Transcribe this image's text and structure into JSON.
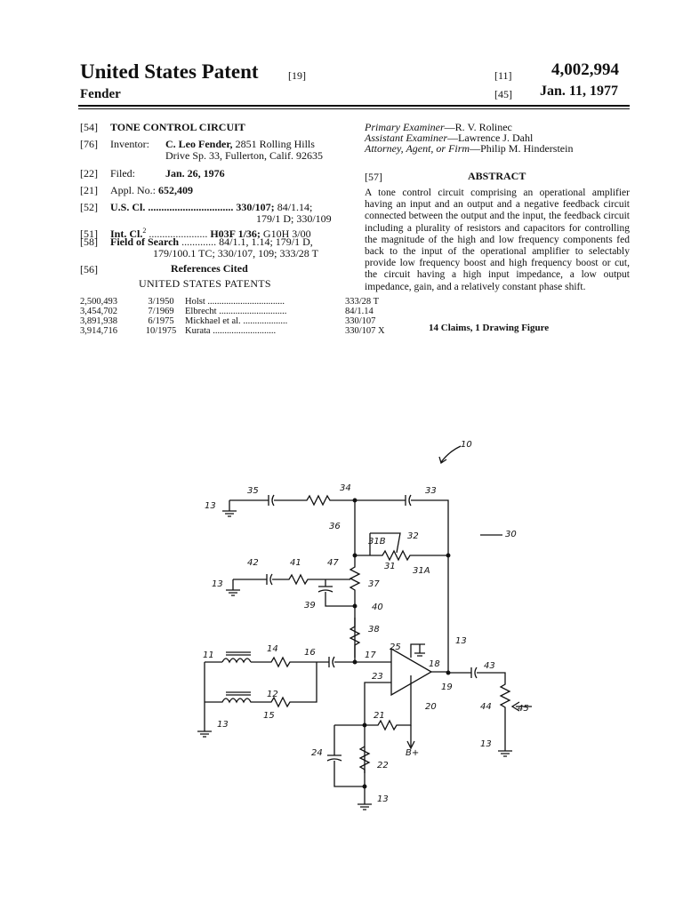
{
  "header": {
    "title": "United States Patent",
    "title_code": "[19]",
    "inventor_surname": "Fender",
    "patent_number_code": "[11]",
    "patent_number": "4,002,994",
    "date_code": "[45]",
    "date": "Jan. 11, 1977"
  },
  "biblio": {
    "title_code": "[54]",
    "title": "TONE CONTROL CIRCUIT",
    "inventor_code": "[76]",
    "inventor_label": "Inventor:",
    "inventor_name": "C. Leo Fender,",
    "inventor_addr1": "2851 Rolling Hills",
    "inventor_addr2": "Drive Sp. 33, Fullerton, Calif. 92635",
    "filed_code": "[22]",
    "filed_label": "Filed:",
    "filed_value": "Jan. 26, 1976",
    "appl_code": "[21]",
    "appl_label": "Appl. No.:",
    "appl_value": "652,409",
    "us_cl_code": "[52]",
    "us_cl_label": "U.S. Cl. ................................",
    "us_cl_bold": "330/107;",
    "us_cl_rest1": "84/1.14;",
    "us_cl_rest2": "179/1 D; 330/109",
    "int_cl_code": "[51]",
    "int_cl_label": "Int. Cl.",
    "int_cl_sup": "2",
    "int_cl_dots": "......................",
    "int_cl_bold": "H03F 1/36;",
    "int_cl_rest": "G10H 3/00",
    "field_code": "[58]",
    "field_label": "Field of Search",
    "field_dots": ".............",
    "field_value1": "84/1.1, 1.14; 179/1 D,",
    "field_value2": "179/100.1 TC; 330/107, 109; 333/28 T",
    "refs_code": "[56]",
    "refs_heading": "References Cited",
    "refs_subheading": "UNITED STATES PATENTS"
  },
  "references": [
    {
      "number": "2,500,493",
      "date": "3/1950",
      "name": "Holst",
      "dots": ".................................",
      "class": "333/28 T"
    },
    {
      "number": "3,454,702",
      "date": "7/1969",
      "name": "Elbrecht",
      "dots": ".............................",
      "class": "84/1.14"
    },
    {
      "number": "3,891,938",
      "date": "6/1975",
      "name": "Mickhael et al.",
      "dots": "...................",
      "class": "330/107"
    },
    {
      "number": "3,914,716",
      "date": "10/1975",
      "name": "Kurata",
      "dots": "...........................",
      "class": "330/107 X"
    }
  ],
  "examiners": {
    "primary_label": "Primary Examiner",
    "primary_name": "—R. V. Rolinec",
    "assistant_label": "Assistant Examiner",
    "assistant_name": "—Lawrence J. Dahl",
    "attorney_label": "Attorney, Agent, or Firm",
    "attorney_name": "—Philip M. Hinderstein"
  },
  "abstract": {
    "code": "[57]",
    "heading": "ABSTRACT",
    "text": "A tone control circuit comprising an operational amplifier having an input and an output and a negative feedback circuit connected between the output and the input, the feedback circuit including a plurality of resistors and capacitors for controlling the magnitude of the high and low frequency components fed back to the input of the operational amplifier to selectably provide low frequency boost and high frequency boost or cut, the circuit having a high input impedance, a low output impedance, gain, and a relatively constant phase shift.",
    "claims": "14 Claims, 1 Drawing Figure"
  },
  "figure": {
    "labels": {
      "l10": "10",
      "l30": "30",
      "l13a": "13",
      "l35": "35",
      "l34": "34",
      "l33": "33",
      "l36": "36",
      "l31b": "31B",
      "l32": "32",
      "l31": "31",
      "l31a": "31A",
      "l42": "42",
      "l41": "41",
      "l47": "47",
      "l13b": "13",
      "l37": "37",
      "l39": "39",
      "l40": "40",
      "l38": "38",
      "l25": "25",
      "l13c": "13",
      "l11": "11",
      "l14": "14",
      "l16": "16",
      "l17": "17",
      "l18": "18",
      "l43": "43",
      "l23": "23",
      "l19": "19",
      "l12": "12",
      "l15": "15",
      "l44": "44",
      "l45": "45",
      "l20": "20",
      "l21": "21",
      "l13d": "13",
      "l13e": "13",
      "l24": "24",
      "l22": "22",
      "lbplus": "B+",
      "l13f": "13"
    }
  }
}
